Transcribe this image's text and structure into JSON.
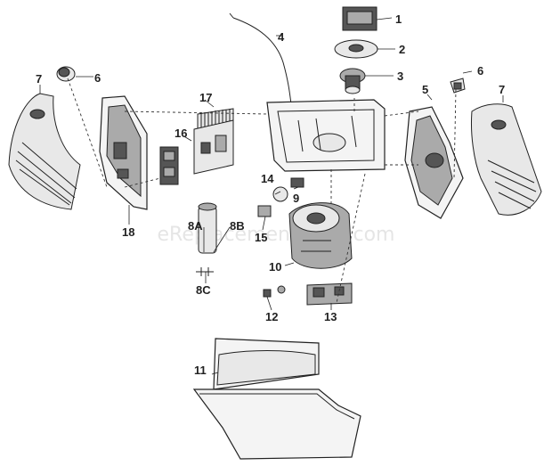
{
  "watermark": "eReplacementParts.com",
  "labels": {
    "p1": "1",
    "p2": "2",
    "p3": "3",
    "p4": "4",
    "p5": "5",
    "p6_left": "6",
    "p6_right": "6",
    "p7_left": "7",
    "p7_right": "7",
    "p8a": "8A",
    "p8b": "8B",
    "p8c": "8C",
    "p9": "9",
    "p10": "10",
    "p11": "11",
    "p12": "12",
    "p13": "13",
    "p14": "14",
    "p15": "15",
    "p16": "16",
    "p17": "17",
    "p18": "18"
  }
}
